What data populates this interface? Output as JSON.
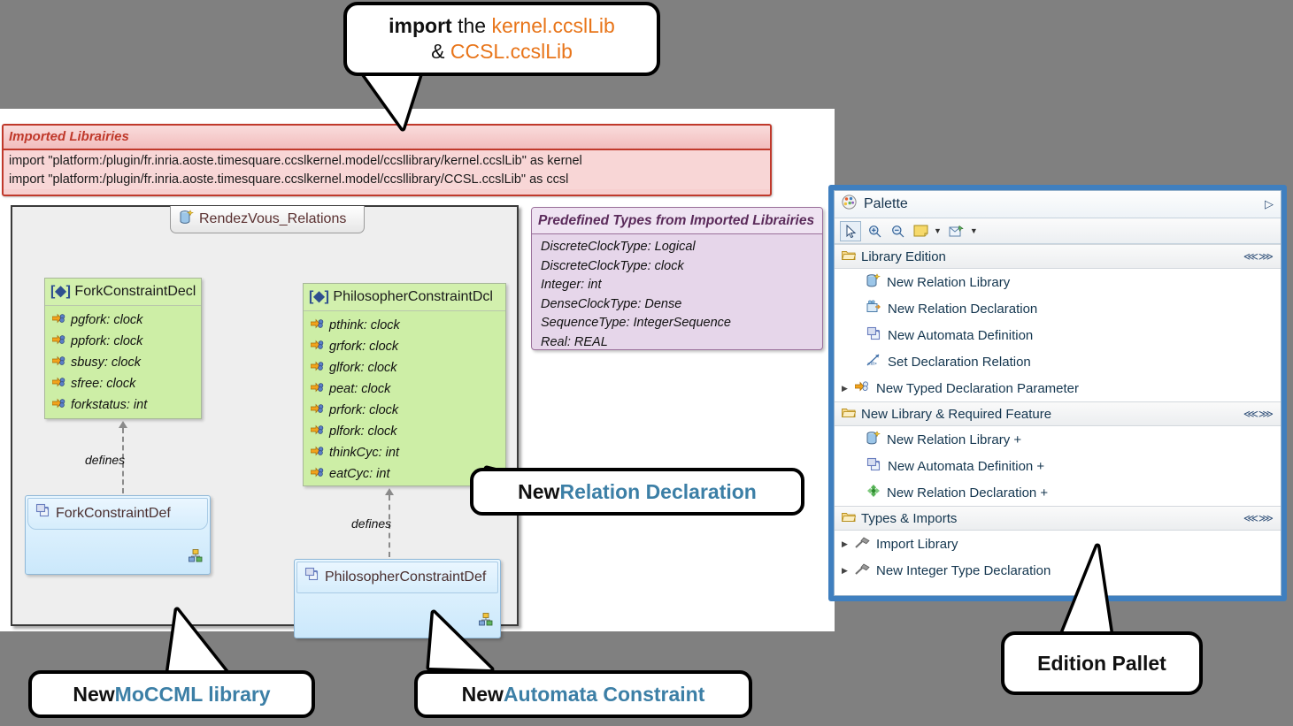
{
  "imported_libraries": {
    "header": "Imported Librairies",
    "lines": [
      "import \"platform:/plugin/fr.inria.aoste.timesquare.ccslkernel.model/ccsllibrary/kernel.ccslLib\" as kernel",
      "import \"platform:/plugin/fr.inria.aoste.timesquare.ccslkernel.model/ccsllibrary/CCSL.ccslLib\" as ccsl"
    ]
  },
  "diagram": {
    "tab_label": "RendezVous_Relations",
    "tab_icon": "relation-library-icon",
    "fork_decl": {
      "title": "ForkConstraintDecl",
      "badge": "[◆]",
      "attributes": [
        "pgfork: clock",
        "ppfork: clock",
        "sbusy: clock",
        "sfree: clock",
        "forkstatus: int"
      ]
    },
    "philo_decl": {
      "title": "PhilosopherConstraintDcl",
      "badge": "[◆]",
      "attributes": [
        "pthink: clock",
        "grfork: clock",
        "glfork: clock",
        "peat: clock",
        "prfork: clock",
        "plfork: clock",
        "thinkCyc: int",
        "eatCyc: int"
      ]
    },
    "fork_def": {
      "title": "ForkConstraintDef"
    },
    "philo_def": {
      "title": "PhilosopherConstraintDef"
    },
    "link_label_1": "defines",
    "link_label_2": "defines"
  },
  "predefined_types": {
    "header": "Predefined Types from Imported Librairies",
    "lines": [
      "DiscreteClockType: Logical",
      "DiscreteClockType: clock",
      "Integer: int",
      "DenseClockType: Dense",
      "SequenceType: IntegerSequence",
      "Real: REAL"
    ]
  },
  "palette": {
    "title": "Palette",
    "collapse_glyph": "▷",
    "tools": [
      {
        "name": "select-tool",
        "icon": "arrow-cursor-icon"
      },
      {
        "name": "zoom-in-tool",
        "icon": "zoom-in-icon"
      },
      {
        "name": "zoom-out-tool",
        "icon": "zoom-out-icon"
      },
      {
        "name": "note-tool",
        "icon": "note-icon"
      },
      {
        "name": "note-attachment-tool",
        "icon": "note-attachment-icon"
      }
    ],
    "groups": [
      {
        "label": "Library Edition",
        "icon": "open-folder-icon",
        "pin_glyph": "⋘⋙",
        "items": [
          {
            "label": "New Relation Library",
            "icon": "relation-library-icon",
            "expandable": false
          },
          {
            "label": "New Relation Declaration",
            "icon": "relation-declaration-icon",
            "expandable": false
          },
          {
            "label": "New Automata Definition",
            "icon": "automata-definition-icon",
            "expandable": false
          },
          {
            "label": "Set Declaration Relation",
            "icon": "set-declaration-relation-icon",
            "expandable": false
          },
          {
            "label": "New Typed Declaration Parameter",
            "icon": "typed-declaration-parameter-icon",
            "expandable": true
          }
        ]
      },
      {
        "label": "New Library & Required Feature",
        "icon": "open-folder-icon",
        "pin_glyph": "⋘⋙",
        "items": [
          {
            "label": "New Relation Library +",
            "icon": "relation-library-icon",
            "expandable": false
          },
          {
            "label": "New Automata Definition +",
            "icon": "automata-definition-icon",
            "expandable": false
          },
          {
            "label": "New Relation Declaration +",
            "icon": "green-diamond-icon",
            "expandable": false
          }
        ]
      },
      {
        "label": "Types & Imports",
        "icon": "open-folder-icon",
        "pin_glyph": "⋘⋙",
        "items": [
          {
            "label": "Import Library",
            "icon": "hammer-icon",
            "expandable": true
          },
          {
            "label": "New Integer Type Declaration",
            "icon": "hammer-icon",
            "expandable": true
          }
        ]
      }
    ]
  },
  "callouts": {
    "import": {
      "part1": "import",
      "part2": " the ",
      "part3": "kernel.ccslLib",
      "line2a": "& ",
      "line2b": "CCSL.ccslLib"
    },
    "relation_declaration": {
      "prefix": "New ",
      "accent": "Relation Declaration"
    },
    "moccml_library": {
      "prefix": "New ",
      "accent": "MoCCML library"
    },
    "automata_constraint": {
      "prefix": "New ",
      "accent": "Automata Constraint"
    },
    "edition_pallet": {
      "text": "Edition Pallet"
    }
  },
  "colors": {
    "background": "#808080",
    "accent_blue": "#3c7fa6",
    "accent_orange": "#e8751a",
    "declaration_green": "#cdeea6",
    "definition_blue": "#cbe8fb",
    "imported_red": "#c0392b",
    "types_purple": "#5b2b5b",
    "palette_border": "#3f7fbf"
  }
}
